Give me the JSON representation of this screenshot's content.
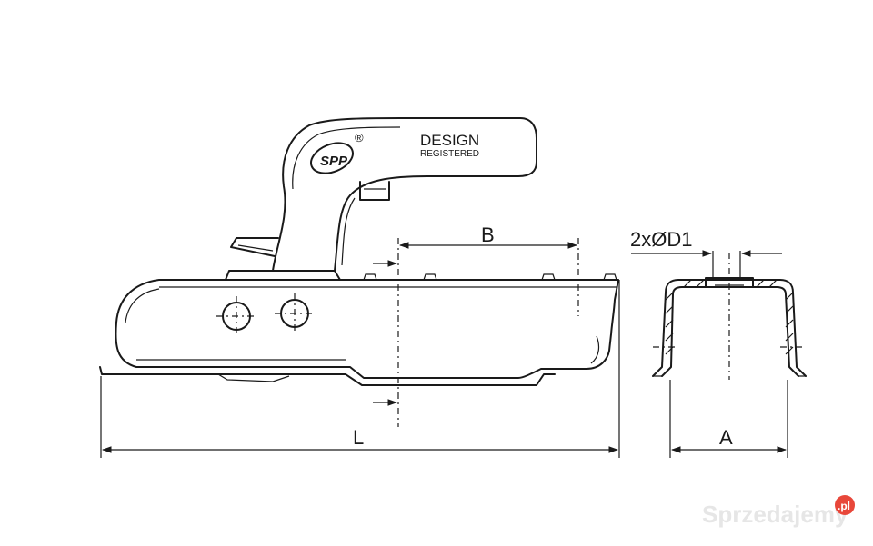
{
  "dimensions": {
    "B": "B",
    "L": "L",
    "A": "A",
    "hole": "2xØD1"
  },
  "handle": {
    "brand": "SPP",
    "registered_mark": "®",
    "design_line1": "DESIGN",
    "design_line2": "REGISTERED"
  },
  "watermark": {
    "site": "Sprzedajemy",
    "domain": ".pl",
    "accent_color": "#e8473a"
  }
}
